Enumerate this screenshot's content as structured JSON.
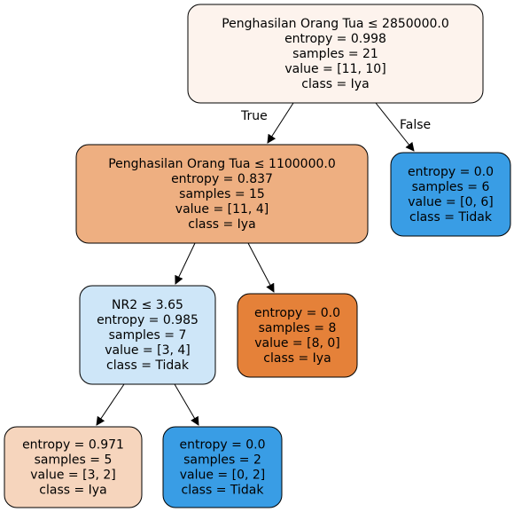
{
  "tree": {
    "nodes": [
      {
        "id": "root",
        "lines": [
          "Penghasilan Orang Tua ≤ 2850000.0",
          "entropy = 0.998",
          "samples = 21",
          "value = [11, 10]",
          "class = Iya"
        ],
        "fill": "#fdf3ed"
      },
      {
        "id": "left",
        "lines": [
          "Penghasilan Orang Tua ≤ 1100000.0",
          "entropy = 0.837",
          "samples = 15",
          "value = [11, 4]",
          "class = Iya"
        ],
        "fill": "#eeaf81"
      },
      {
        "id": "right",
        "lines": [
          "entropy = 0.0",
          "samples = 6",
          "value = [0, 6]",
          "class = Tidak"
        ],
        "fill": "#399de5"
      },
      {
        "id": "left-left",
        "lines": [
          "NR2 ≤ 3.65",
          "entropy = 0.985",
          "samples = 7",
          "value = [3, 4]",
          "class = Tidak"
        ],
        "fill": "#cee6f8"
      },
      {
        "id": "left-right",
        "lines": [
          "entropy = 0.0",
          "samples = 8",
          "value = [8, 0]",
          "class = Iya"
        ],
        "fill": "#e58139"
      },
      {
        "id": "ll-left",
        "lines": [
          "entropy = 0.971",
          "samples = 5",
          "value = [3, 2]",
          "class = Iya"
        ],
        "fill": "#f6d5bd"
      },
      {
        "id": "ll-right",
        "lines": [
          "entropy = 0.0",
          "samples = 2",
          "value = [0, 2]",
          "class = Tidak"
        ],
        "fill": "#399de5"
      }
    ],
    "edges": [
      {
        "from": "root",
        "to": "left",
        "label": "True"
      },
      {
        "from": "root",
        "to": "right",
        "label": "False"
      },
      {
        "from": "left",
        "to": "left-left",
        "label": ""
      },
      {
        "from": "left",
        "to": "left-right",
        "label": ""
      },
      {
        "from": "left-left",
        "to": "ll-left",
        "label": ""
      },
      {
        "from": "left-left",
        "to": "ll-right",
        "label": ""
      }
    ]
  }
}
